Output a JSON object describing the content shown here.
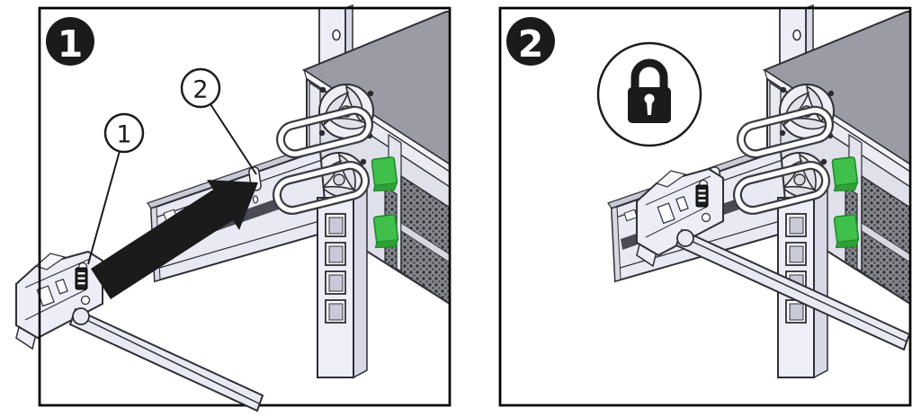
{
  "figure": {
    "panels": [
      {
        "badge": "1",
        "callouts": [
          {
            "label": "1"
          },
          {
            "label": "2"
          }
        ],
        "icons": [
          "insert-direction-arrow-icon"
        ]
      },
      {
        "badge": "2",
        "icons": [
          "lock-icon"
        ]
      }
    ]
  },
  "colors": {
    "background": "#ffffff",
    "panel_border": "#000000",
    "outline": "#2e2e34",
    "chassis_top_gray": "#9b9ba6",
    "metal_light": "#ecedf7",
    "metal_mid": "#d8d9e6",
    "rail_fill": "#e9e9f4",
    "vent_dark": "#86868f",
    "clip_green": "#3fc04a",
    "clip_green_dark": "#1f8a2c",
    "ink_black": "#1b1b1b"
  }
}
